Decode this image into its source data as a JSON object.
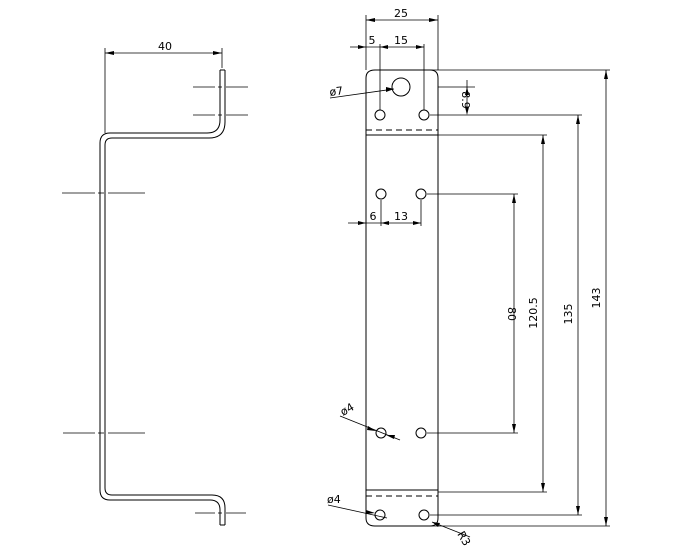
{
  "drawing": {
    "side_view": {
      "width_dim": "40"
    },
    "front_view": {
      "width_dim": "25",
      "edge_offset_dim": "5",
      "hole_spacing_top_dim": "15",
      "mid_edge_offset_dim": "6",
      "mid_hole_spacing_dim": "13",
      "large_hole_dia": "ø7",
      "small_hole_dia_mid": "ø4",
      "small_hole_dia_bottom": "ø4",
      "corner_radius": "R3",
      "top_hole_drop_dim": "8.9",
      "hole_pitch_dim": "80",
      "hole_span_dim": "120.5",
      "hole_row_dim": "135",
      "overall_length_dim": "143"
    }
  }
}
